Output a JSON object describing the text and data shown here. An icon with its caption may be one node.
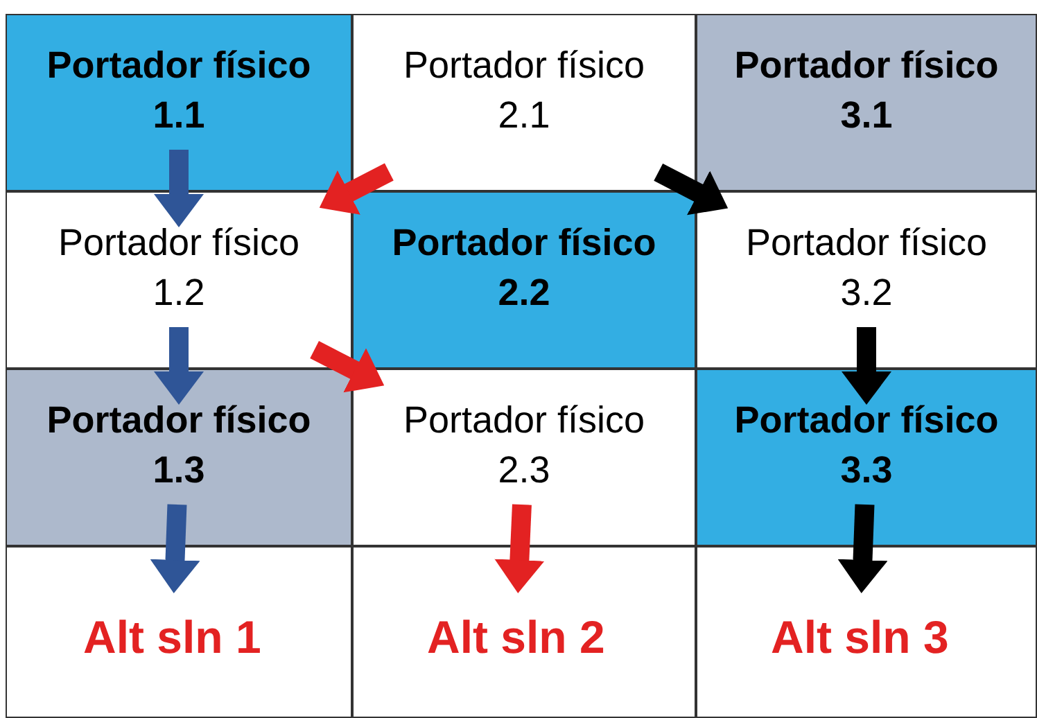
{
  "diagram": {
    "nodes": [
      {
        "text": [
          "Portador físico",
          "1.1"
        ]
      },
      {
        "text": [
          "Portador físico",
          "2.1"
        ]
      },
      {
        "text": [
          "Portador físico",
          "3.1"
        ]
      },
      {
        "text": [
          "Portador físico",
          "1.2"
        ]
      },
      {
        "text": [
          "Portador físico",
          "2.2"
        ]
      },
      {
        "text": [
          "Portador físico",
          "3.2"
        ]
      },
      {
        "text": [
          "Portador físico",
          "1.3"
        ]
      },
      {
        "text": [
          "Portador físico",
          "2.3"
        ]
      },
      {
        "text": [
          "Portador físico",
          "3.3"
        ]
      },
      {
        "text": [
          "Alt sln 1"
        ]
      },
      {
        "text": [
          "Alt sln 2"
        ]
      },
      {
        "text": [
          "Alt sln 3"
        ]
      }
    ],
    "edges": [
      {
        "from": 0,
        "to": 3,
        "arrow": "to",
        "color": "#2f5597"
      },
      {
        "from": 1,
        "to": 3,
        "arrow": "to",
        "color": "#e32222"
      },
      {
        "from": 1,
        "to": 5,
        "arrow": "to",
        "color": "#000000"
      },
      {
        "from": 3,
        "to": 6,
        "arrow": "to",
        "color": "#2f5597"
      },
      {
        "from": 3,
        "to": 7,
        "arrow": "to",
        "color": "#e32222"
      },
      {
        "from": 5,
        "to": 8,
        "arrow": "to",
        "color": "#000000"
      },
      {
        "from": 6,
        "to": 9,
        "arrow": "to",
        "color": "#2f5597"
      },
      {
        "from": 7,
        "to": 10,
        "arrow": "to",
        "color": "#e32222"
      },
      {
        "from": 8,
        "to": 11,
        "arrow": "to",
        "color": "#000000"
      }
    ]
  }
}
